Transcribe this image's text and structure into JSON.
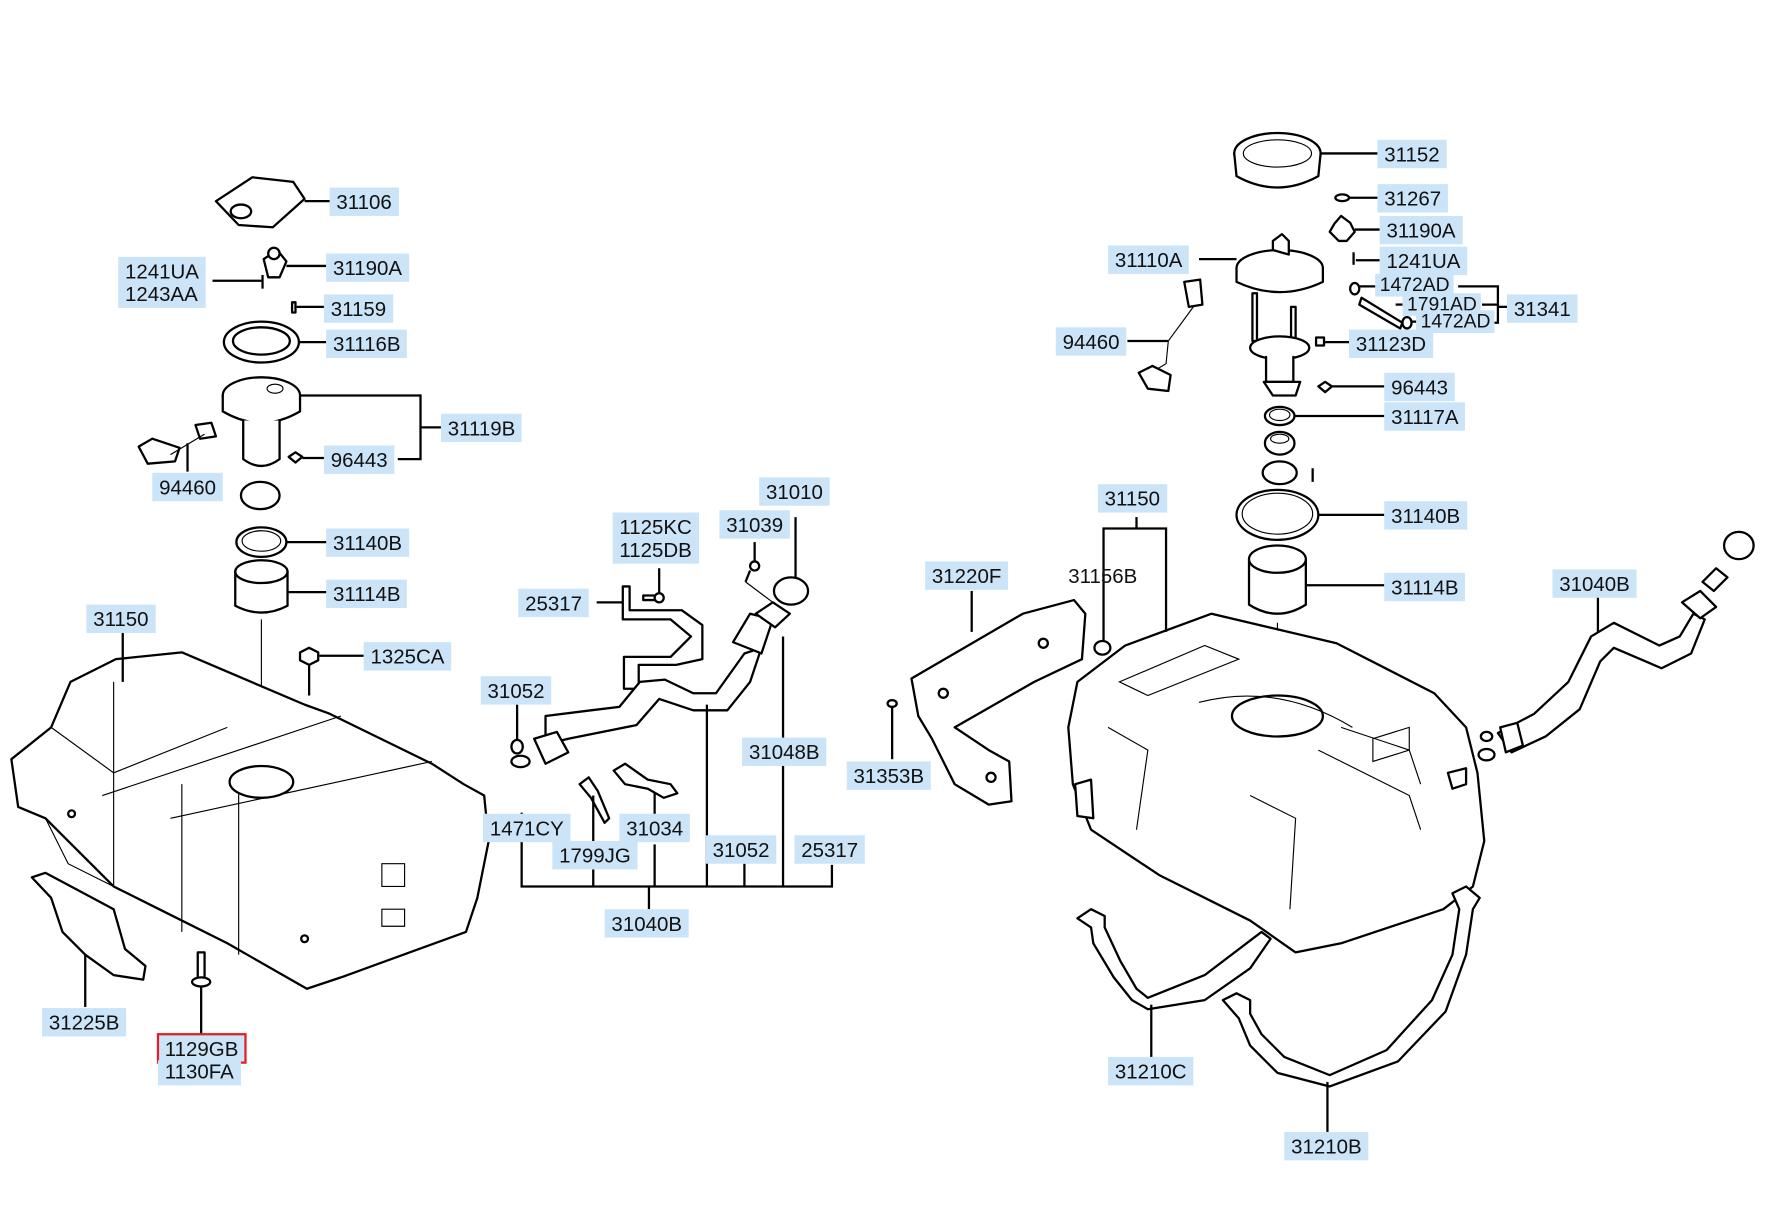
{
  "diagram": {
    "title": "Fuel tank assembly exploded parts diagram",
    "colors": {
      "label_bg": "#cce4f7",
      "selected_outline": "#e0202a",
      "line": "#000000"
    },
    "selected_part": "1129GB",
    "left_group": {
      "labels": {
        "p31106": "31106",
        "p1241UA": "1241UA",
        "p1243AA": "1243AA",
        "p31190A": "31190A",
        "p31159": "31159",
        "p31116B": "31116B",
        "p31119B": "31119B",
        "p96443": "96443",
        "p94460": "94460",
        "p31140B": "31140B",
        "p31114B": "31114B",
        "p31150": "31150",
        "p1325CA": "1325CA",
        "p31225B": "31225B",
        "p1129GB": "1129GB",
        "p1130FA": "1130FA"
      }
    },
    "middle_group": {
      "labels": {
        "p1125KC": "1125KC",
        "p1125DB": "1125DB",
        "p31039": "31039",
        "p31010": "31010",
        "p25317a": "25317",
        "p31052a": "31052",
        "p31048B": "31048B",
        "p1471CY": "1471CY",
        "p1799JG": "1799JG",
        "p31034": "31034",
        "p31052b": "31052",
        "p25317b": "25317",
        "p31040B": "31040B",
        "p31220F": "31220F",
        "p31353B": "31353B"
      }
    },
    "right_group": {
      "labels": {
        "p31152": "31152",
        "p31267": "31267",
        "p31190A": "31190A",
        "p31110A": "31110A",
        "p1241UA": "1241UA",
        "p1472AD_top": "1472AD",
        "p1791AD": "1791AD",
        "p1472AD_bot": "1472AD",
        "p31341": "31341",
        "p94460": "94460",
        "p31123D": "31123D",
        "p96443": "96443",
        "p31117A": "31117A",
        "p31150": "31150",
        "p31156B": "31156B",
        "p31140B": "31140B",
        "p31114B": "31114B",
        "p31040B": "31040B",
        "p31210C": "31210C",
        "p31210B": "31210B"
      }
    }
  }
}
